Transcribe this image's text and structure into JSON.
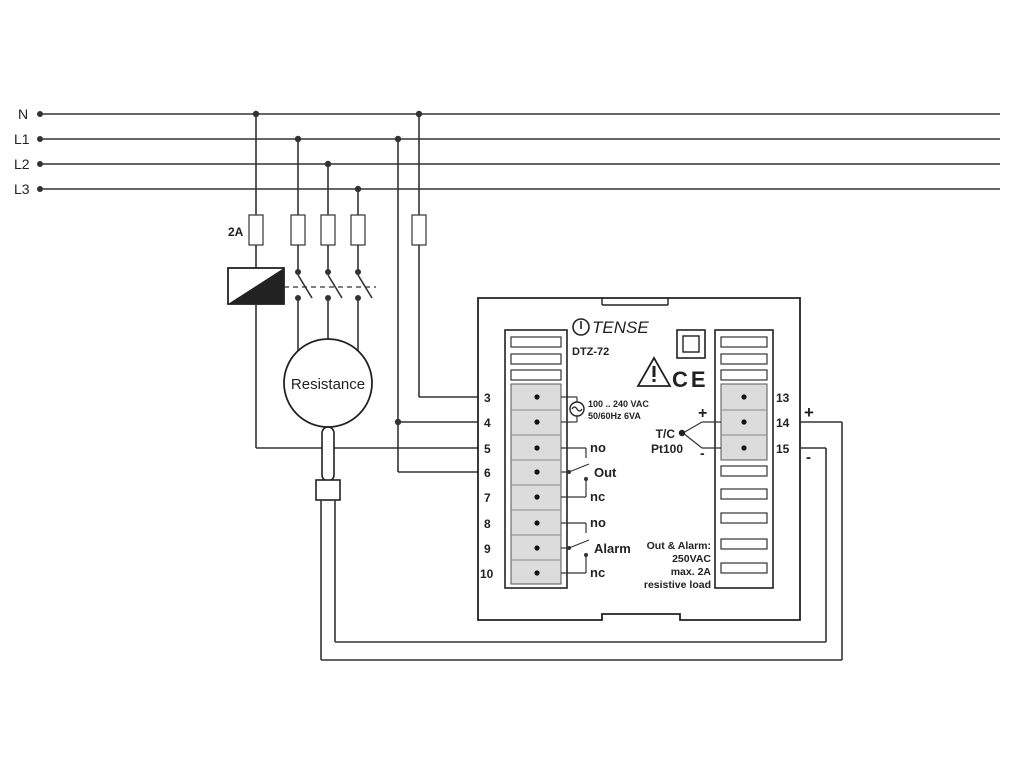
{
  "supply": {
    "phases": [
      "N",
      "L1",
      "L2",
      "L3"
    ]
  },
  "fuse_main_label": "2A",
  "load_label": "Resistance",
  "device": {
    "brand": "TENSE",
    "model": "DTZ-72",
    "certification": "CE",
    "supply_line1": "100 .. 240 VAC",
    "supply_line2": "50/60Hz 6VA",
    "terminals_left": [
      "3",
      "4",
      "5",
      "6",
      "7",
      "8",
      "9",
      "10"
    ],
    "terminals_right": [
      "13",
      "14",
      "15"
    ],
    "out_relay": {
      "no": "no",
      "com": "Out",
      "nc": "nc"
    },
    "alarm_relay": {
      "no": "no",
      "com": "Alarm",
      "nc": "nc"
    },
    "sensor_line1": "T/C",
    "sensor_line2": "Pt100",
    "sensor_plus": "+",
    "sensor_minus": "-",
    "rating_lines": [
      "Out & Alarm:",
      "250VAC",
      "max. 2A",
      "resistive load"
    ]
  },
  "probe_plus": "+",
  "probe_minus": "-"
}
